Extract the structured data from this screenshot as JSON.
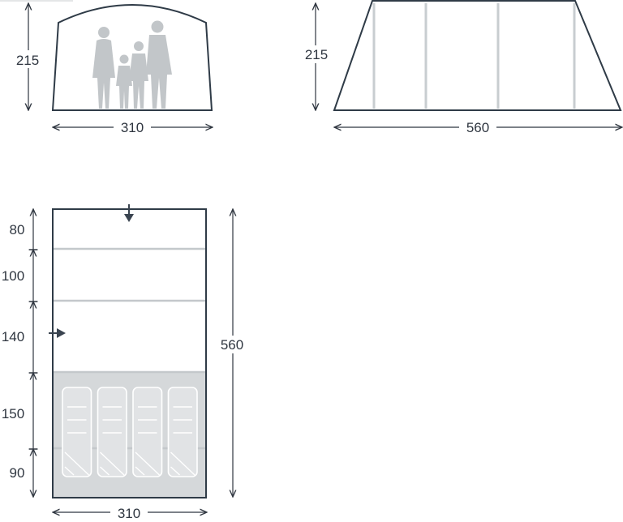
{
  "front_view": {
    "height_label": "215",
    "width_label": "310"
  },
  "side_view": {
    "height_label": "215",
    "width_label": "560"
  },
  "floor_plan": {
    "section_labels": [
      "80",
      "100",
      "140",
      "150",
      "90"
    ],
    "length_label": "560",
    "width_label": "310",
    "sleeping_area_count": 4
  },
  "colors": {
    "outline": "#2f3b47",
    "text": "#2f3640",
    "silhouette": "#c2c6c9",
    "bedroom_fill": "#d5d8da",
    "mat_fill": "#e1e3e5"
  }
}
